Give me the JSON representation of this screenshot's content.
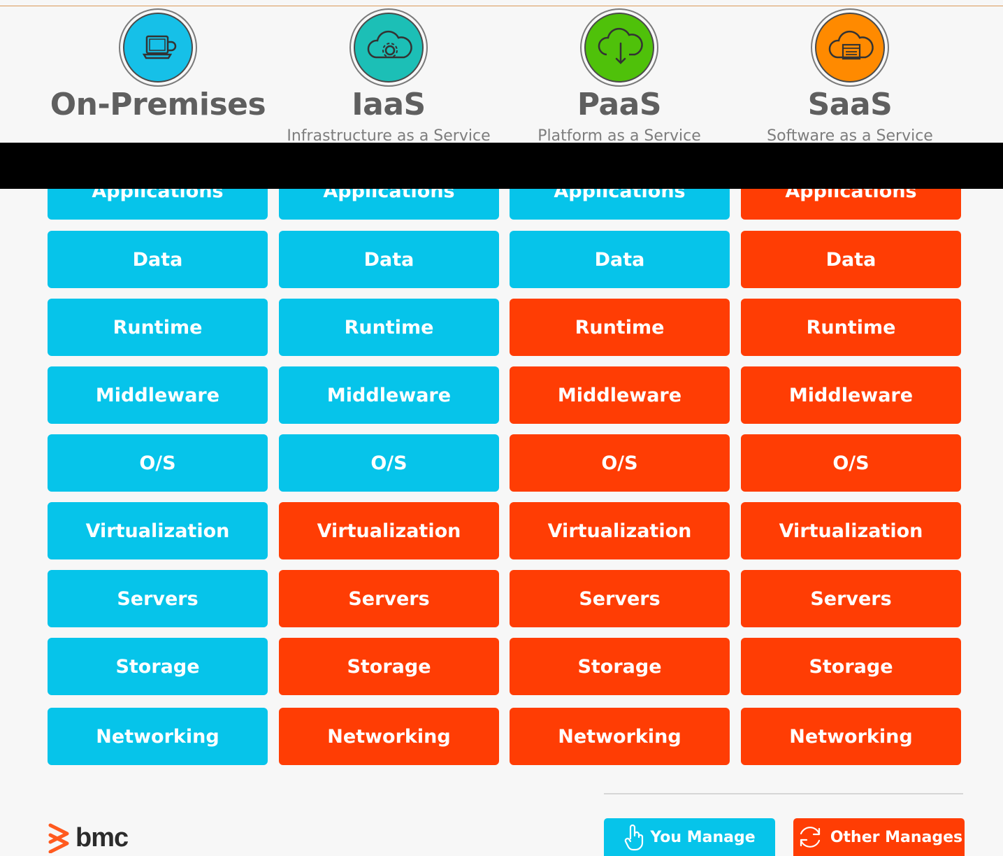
{
  "columns": [
    {
      "title": "On-Premises",
      "subtitle": "",
      "icon": "laptop-icon",
      "icon_color": "#16c0e8"
    },
    {
      "title": "IaaS",
      "subtitle": "Infrastructure as a Service",
      "icon": "cloud-gear-icon",
      "icon_color": "#1cbfb6"
    },
    {
      "title": "PaaS",
      "subtitle": "Platform as a Service",
      "icon": "cloud-download-icon",
      "icon_color": "#4fc10a"
    },
    {
      "title": "SaaS",
      "subtitle": "Software as a Service",
      "icon": "cloud-app-icon",
      "icon_color": "#ff8a00"
    }
  ],
  "layers": [
    "Applications",
    "Data",
    "Runtime",
    "Middleware",
    "O/S",
    "Virtualization",
    "Servers",
    "Storage",
    "Networking"
  ],
  "managed_by": [
    [
      "you",
      "you",
      "you",
      "you",
      "you",
      "you",
      "you",
      "you",
      "you"
    ],
    [
      "you",
      "you",
      "you",
      "you",
      "you",
      "other",
      "other",
      "other",
      "other"
    ],
    [
      "you",
      "you",
      "other",
      "other",
      "other",
      "other",
      "other",
      "other",
      "other"
    ],
    [
      "other",
      "other",
      "other",
      "other",
      "other",
      "other",
      "other",
      "other",
      "other"
    ]
  ],
  "colors": {
    "you_manage": "#06c4ea",
    "other_manages": "#ff3d04"
  },
  "legend": {
    "you_manage": "You Manage",
    "other_manages": "Other Manages"
  },
  "logo": {
    "text": "bmc"
  }
}
